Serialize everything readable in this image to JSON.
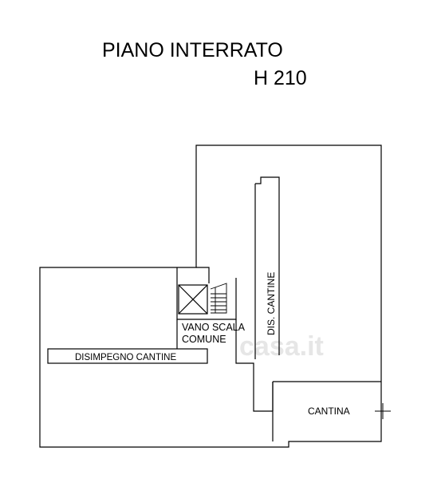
{
  "title": "PIANO INTERRATO",
  "height_label": "H 210",
  "rooms": {
    "stair": "VANO SCALA",
    "stair_sub": "COMUNE",
    "corridor": "DISIMPEGNO CANTINE",
    "dis": "DIS. CANTINE",
    "cantina": "CANTINA"
  },
  "watermark": "casa.it",
  "colors": {
    "line": "#000000",
    "watermark": "#e6e6e6"
  }
}
